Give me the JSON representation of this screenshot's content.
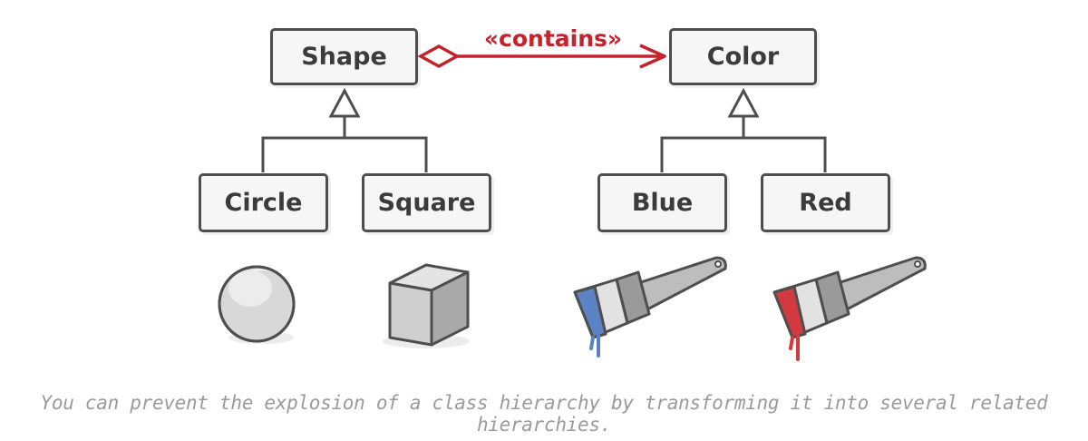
{
  "relation": {
    "label": "«contains»"
  },
  "boxes": {
    "shape": "Shape",
    "color": "Color",
    "circle": "Circle",
    "square": "Square",
    "blue": "Blue",
    "red": "Red"
  },
  "caption": "You can prevent the explosion of a class hierarchy by transforming it into several related hierarchies.",
  "colors": {
    "outline": "#4e4e4e",
    "relation": "#c4232b",
    "blue_paint": "#5b83c4",
    "red_paint": "#d23a40"
  }
}
